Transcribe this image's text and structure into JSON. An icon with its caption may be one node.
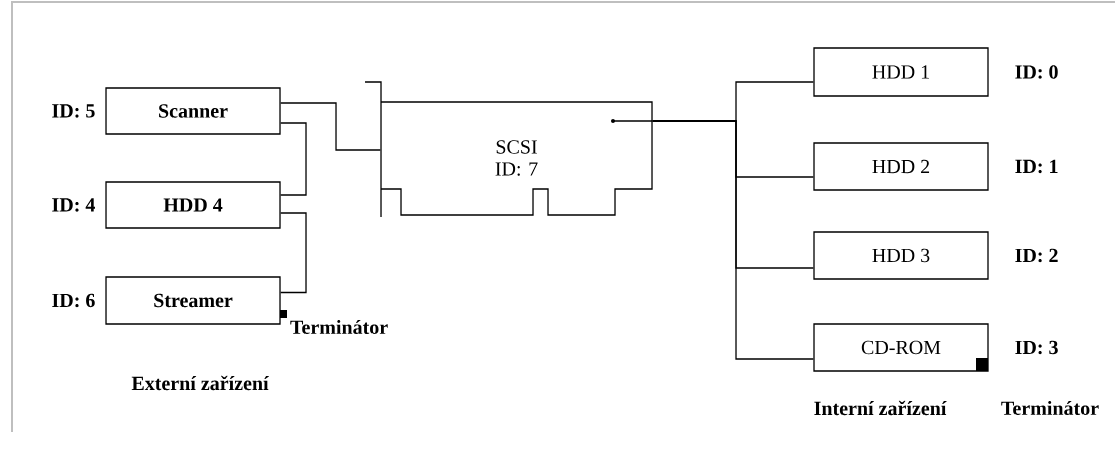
{
  "diagram": {
    "nodes": [
      {
        "text": [
          "Scanner"
        ],
        "beside": [
          "ID: 5"
        ]
      },
      {
        "text": [
          "HDD 4"
        ],
        "beside": [
          "ID: 4"
        ]
      },
      {
        "text": [
          "Streamer"
        ],
        "beside": [
          "ID: 6"
        ]
      },
      {
        "text": [
          "SCSI ID: 7"
        ]
      },
      {
        "text": [
          "HDD 1"
        ],
        "beside": [
          "ID: 0"
        ]
      },
      {
        "text": [
          "HDD 2"
        ],
        "beside": [
          "ID: 1"
        ]
      },
      {
        "text": [
          "HDD 3"
        ],
        "beside": [
          "ID: 2"
        ]
      },
      {
        "text": [
          "CD-ROM"
        ],
        "beside": [
          "ID: 3"
        ]
      }
    ],
    "edges": [
      {
        "from": 0,
        "to": 3,
        "arrow": "none"
      },
      {
        "from": 0,
        "to": 1,
        "arrow": "none"
      },
      {
        "from": 1,
        "to": 2,
        "arrow": "none"
      },
      {
        "from": 3,
        "to": 4,
        "arrow": "none"
      },
      {
        "from": 3,
        "to": 5,
        "arrow": "none"
      },
      {
        "from": 3,
        "to": 6,
        "arrow": "none"
      },
      {
        "from": 3,
        "to": 7,
        "arrow": "none"
      }
    ],
    "labels": [
      "Terminátor",
      "Externí zařízení",
      "Interní zařízení",
      "Terminátor"
    ]
  }
}
